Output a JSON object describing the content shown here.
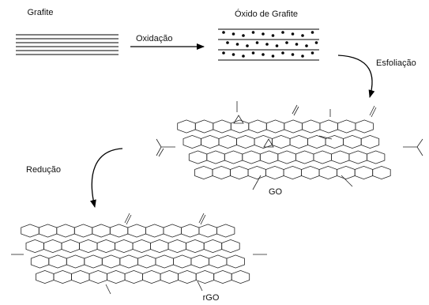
{
  "labels": {
    "graphite": "Grafite",
    "graphite_oxide": "Óxido de Grafite",
    "oxidation": "Oxidação",
    "exfoliation": "Esfoliação",
    "reduction": "Redução",
    "go": "GO",
    "rgo": "rGO"
  }
}
